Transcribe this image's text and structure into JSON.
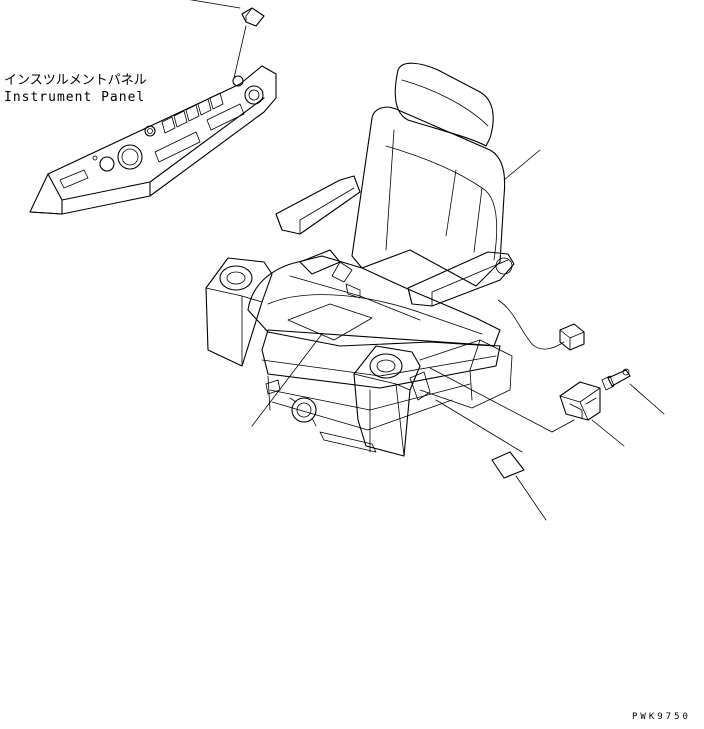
{
  "labels": {
    "panel_name_jp": "インスツルメントパネル",
    "panel_name_en": "Instrument Panel",
    "drawing_code": "PWK9750"
  },
  "colors": {
    "line": "#000000",
    "background": "#ffffff"
  }
}
